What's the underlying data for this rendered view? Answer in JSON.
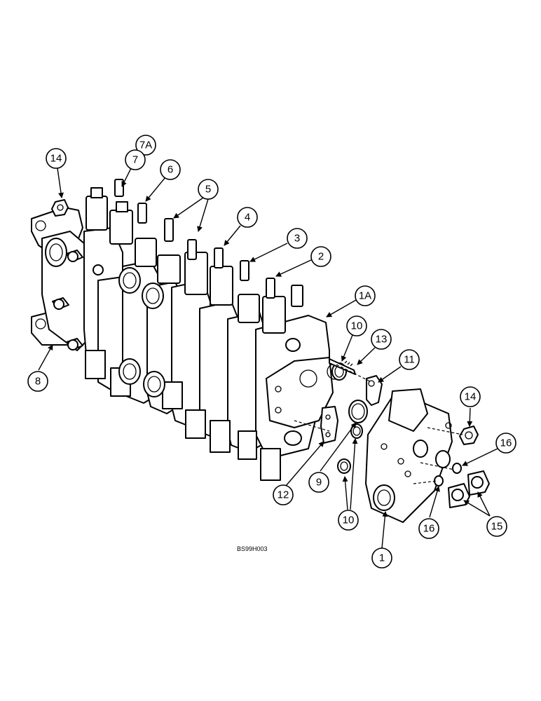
{
  "drawing_code": "BS99H003",
  "callouts": {
    "c1": "1",
    "c1a": "1A",
    "c2": "2",
    "c3": "3",
    "c4": "4",
    "c5": "5",
    "c6": "6",
    "c7": "7",
    "c7a": "7A",
    "c8": "8",
    "c9": "9",
    "c10a": "10",
    "c10b": "10",
    "c11": "11",
    "c12": "12",
    "c13": "13",
    "c14a": "14",
    "c14b": "14",
    "c15": "15",
    "c16a": "16",
    "c16b": "16"
  }
}
